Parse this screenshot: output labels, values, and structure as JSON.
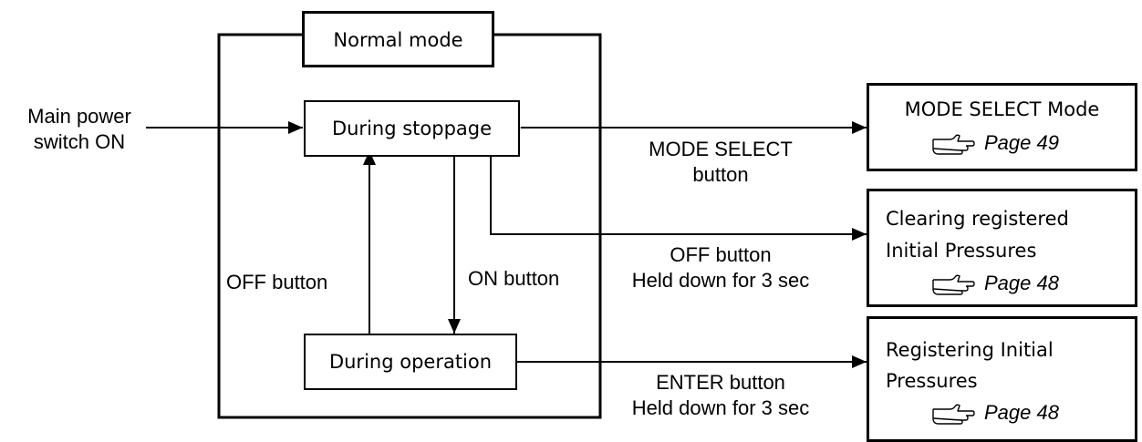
{
  "normal_mode": {
    "title": "Normal mode",
    "during_stoppage": "During stoppage",
    "during_operation": "During operation",
    "off_button": "OFF  button",
    "on_button": "ON button"
  },
  "main_power": {
    "line1": "Main power",
    "line2": "switch ON"
  },
  "transitions": {
    "mode_select": {
      "line1": "MODE SELECT",
      "line2": "button"
    },
    "clear": {
      "line1": "OFF button",
      "line2": "Held down for 3 sec"
    },
    "register": {
      "line1": "ENTER button",
      "line2": "Held down for 3 sec"
    }
  },
  "targets": {
    "mode_select": {
      "title": "MODE SELECT Mode",
      "page": "Page 49"
    },
    "clear": {
      "title_line1": "Clearing registered",
      "title_line2": "Initial Pressures",
      "page": "Page 48"
    },
    "register": {
      "title_line1": "Registering Initial",
      "title_line2": "Pressures",
      "page": "Page 48"
    }
  },
  "icons": {
    "page_reference": "pointing-hand-icon"
  }
}
